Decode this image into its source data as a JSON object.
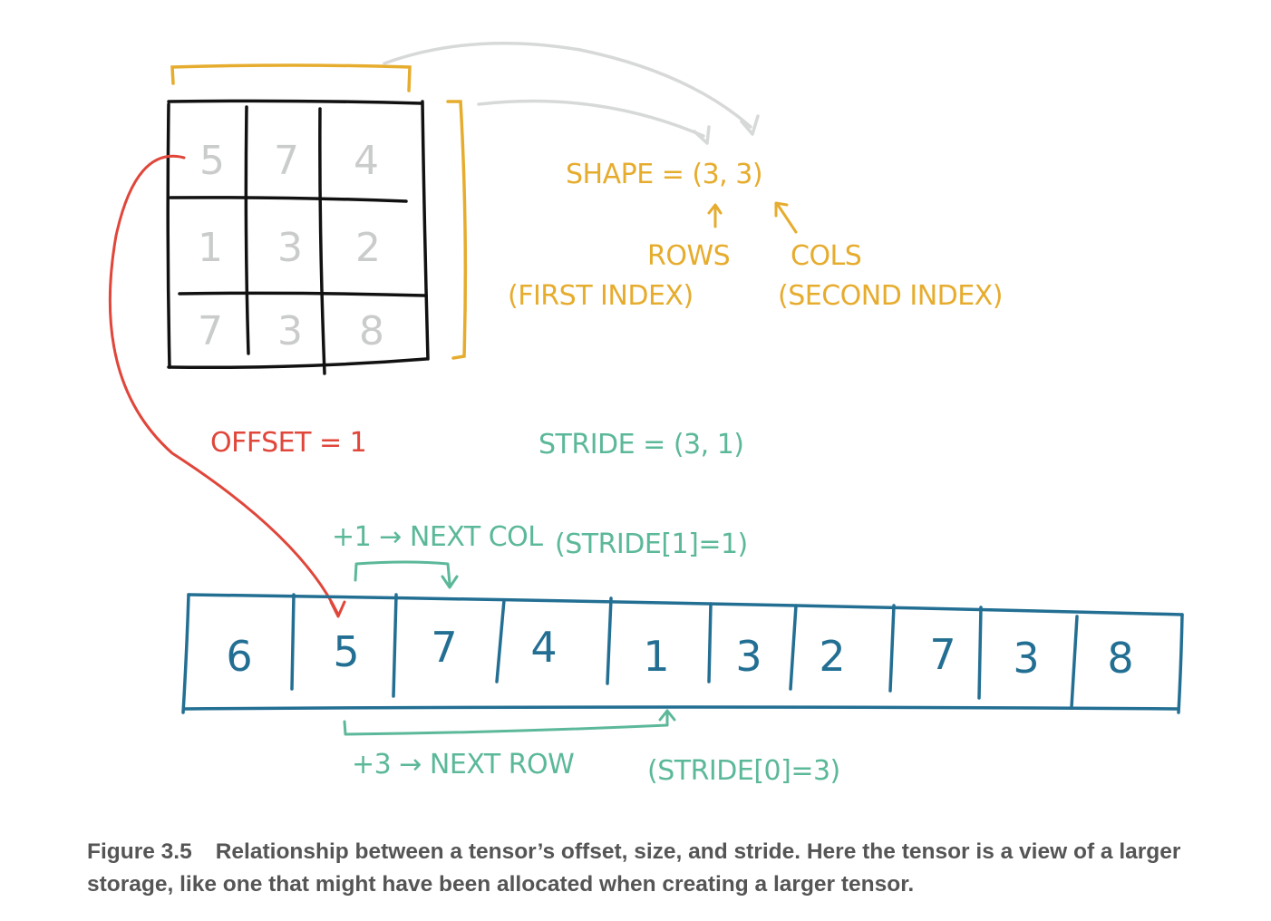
{
  "colors": {
    "matrix_text": "#c9ccca",
    "matrix_lines": "#111111",
    "shape": "#e6ac2e",
    "offset": "#e0463a",
    "stride": "#5cb89a",
    "storage": "#236f93",
    "gray_arrow": "#d6d9d8",
    "caption": "#555555"
  },
  "matrix": {
    "rows": [
      [
        "5",
        "7",
        "4"
      ],
      [
        "1",
        "3",
        "2"
      ],
      [
        "7",
        "3",
        "8"
      ]
    ]
  },
  "shape": {
    "label": "SHAPE = (3, 3)",
    "rows_label": "ROWS",
    "rows_sub": "(FIRST INDEX)",
    "cols_label": "COLS",
    "cols_sub": "(SECOND INDEX)"
  },
  "offset": {
    "label": "OFFSET = 1"
  },
  "stride": {
    "label": "STRIDE = (3, 1)",
    "next_col": "+1 → NEXT COL",
    "next_col_note": "(STRIDE[1]=1)",
    "next_row": "+3 → NEXT ROW",
    "next_row_note": "(STRIDE[0]=3)"
  },
  "storage": {
    "values": [
      "6",
      "5",
      "7",
      "4",
      "1",
      "3",
      "2",
      "7",
      "3",
      "8"
    ]
  },
  "caption": {
    "figure_number": "Figure 3.5",
    "text": "Relationship between a tensor’s offset, size, and stride. Here the tensor is a view of a larger storage, like one that might have been allocated when creating a larger tensor."
  }
}
